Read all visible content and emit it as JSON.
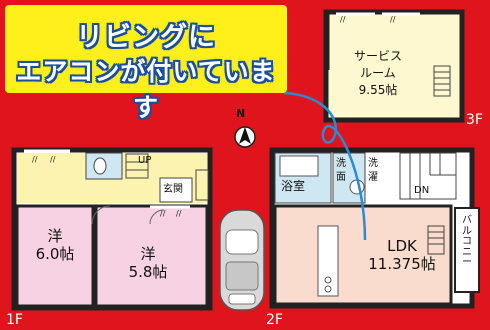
{
  "callout": {
    "line1": "リビングに",
    "line2": "エアコンが付いています"
  },
  "compass": {
    "north": "N"
  },
  "floors": {
    "first": "1F",
    "second": "2F",
    "third": "3F"
  },
  "rooms": {
    "western_1_name": "洋",
    "western_1_size": "6.0帖",
    "western_2_name": "洋",
    "western_2_size": "5.8帖",
    "entrance": "玄関",
    "up": "UP",
    "service_room_line1": "サービス",
    "service_room_line2": "ルーム",
    "service_room_size": "9.55帖",
    "bathroom": "浴室",
    "washroom_line1": "洗",
    "washroom_line2": "面",
    "laundry_line1": "洗",
    "laundry_line2": "濯",
    "down": "DN",
    "ldk_name": "LDK",
    "ldk_size": "11.375帖",
    "balcony": "バルコニー"
  },
  "colors": {
    "background": "#e0141c",
    "callout_bg": "#ffef1a",
    "callout_text_outline": "#1a4fa0",
    "western_room": "#f7d2e3",
    "ldk": "#f9dccd",
    "service_room": "#fdf8cf",
    "wet_area": "#cfe7f3",
    "corridor": "#fdf3b0",
    "aircon_line": "#2a8ad4"
  }
}
